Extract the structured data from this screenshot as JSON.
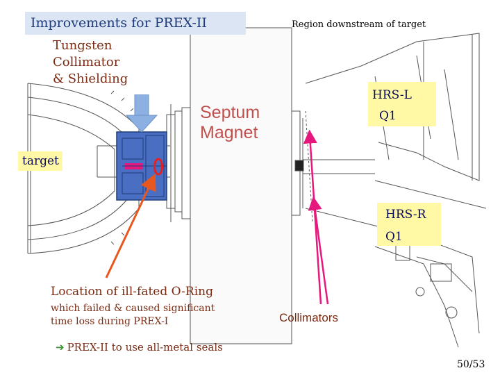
{
  "title": "Improvements  for  PREX-II",
  "region_label": "Region  downstream  of  target",
  "collimator_label": [
    "Tungsten",
    "Collimator",
    "&  Shielding"
  ],
  "septum_label": [
    "Septum",
    "Magnet"
  ],
  "target_label": "target",
  "hrs_left": {
    "name": "HRS-L",
    "quad": "Q1"
  },
  "hrs_right": {
    "name": "HRS-R",
    "quad": "Q1"
  },
  "oring": {
    "title": "Location  of  ill-fated  O-Ring",
    "desc": [
      "which  failed  &  caused  significant",
      "time   loss  during  PREX-I"
    ]
  },
  "collimators_label": "Collimators",
  "conclusion": "PREX-II  to use  all-metal  seals",
  "slide_number": "50/53",
  "icons": [
    "down-arrow-icon",
    "o-ring-icon",
    "right-arrow-icon"
  ],
  "colors": {
    "title_bg": "#dbe5f4",
    "title_text": "#1f3b7a",
    "label_brown": "#7a2b12",
    "septum_red": "#c0504d",
    "highlight_yellow": "#fff9a6",
    "collimator_block": "#4a6fc2",
    "pointer_orange": "#e8581e",
    "pointer_magenta": "#e6177d",
    "shielding_arrow": "#8db0e2"
  }
}
